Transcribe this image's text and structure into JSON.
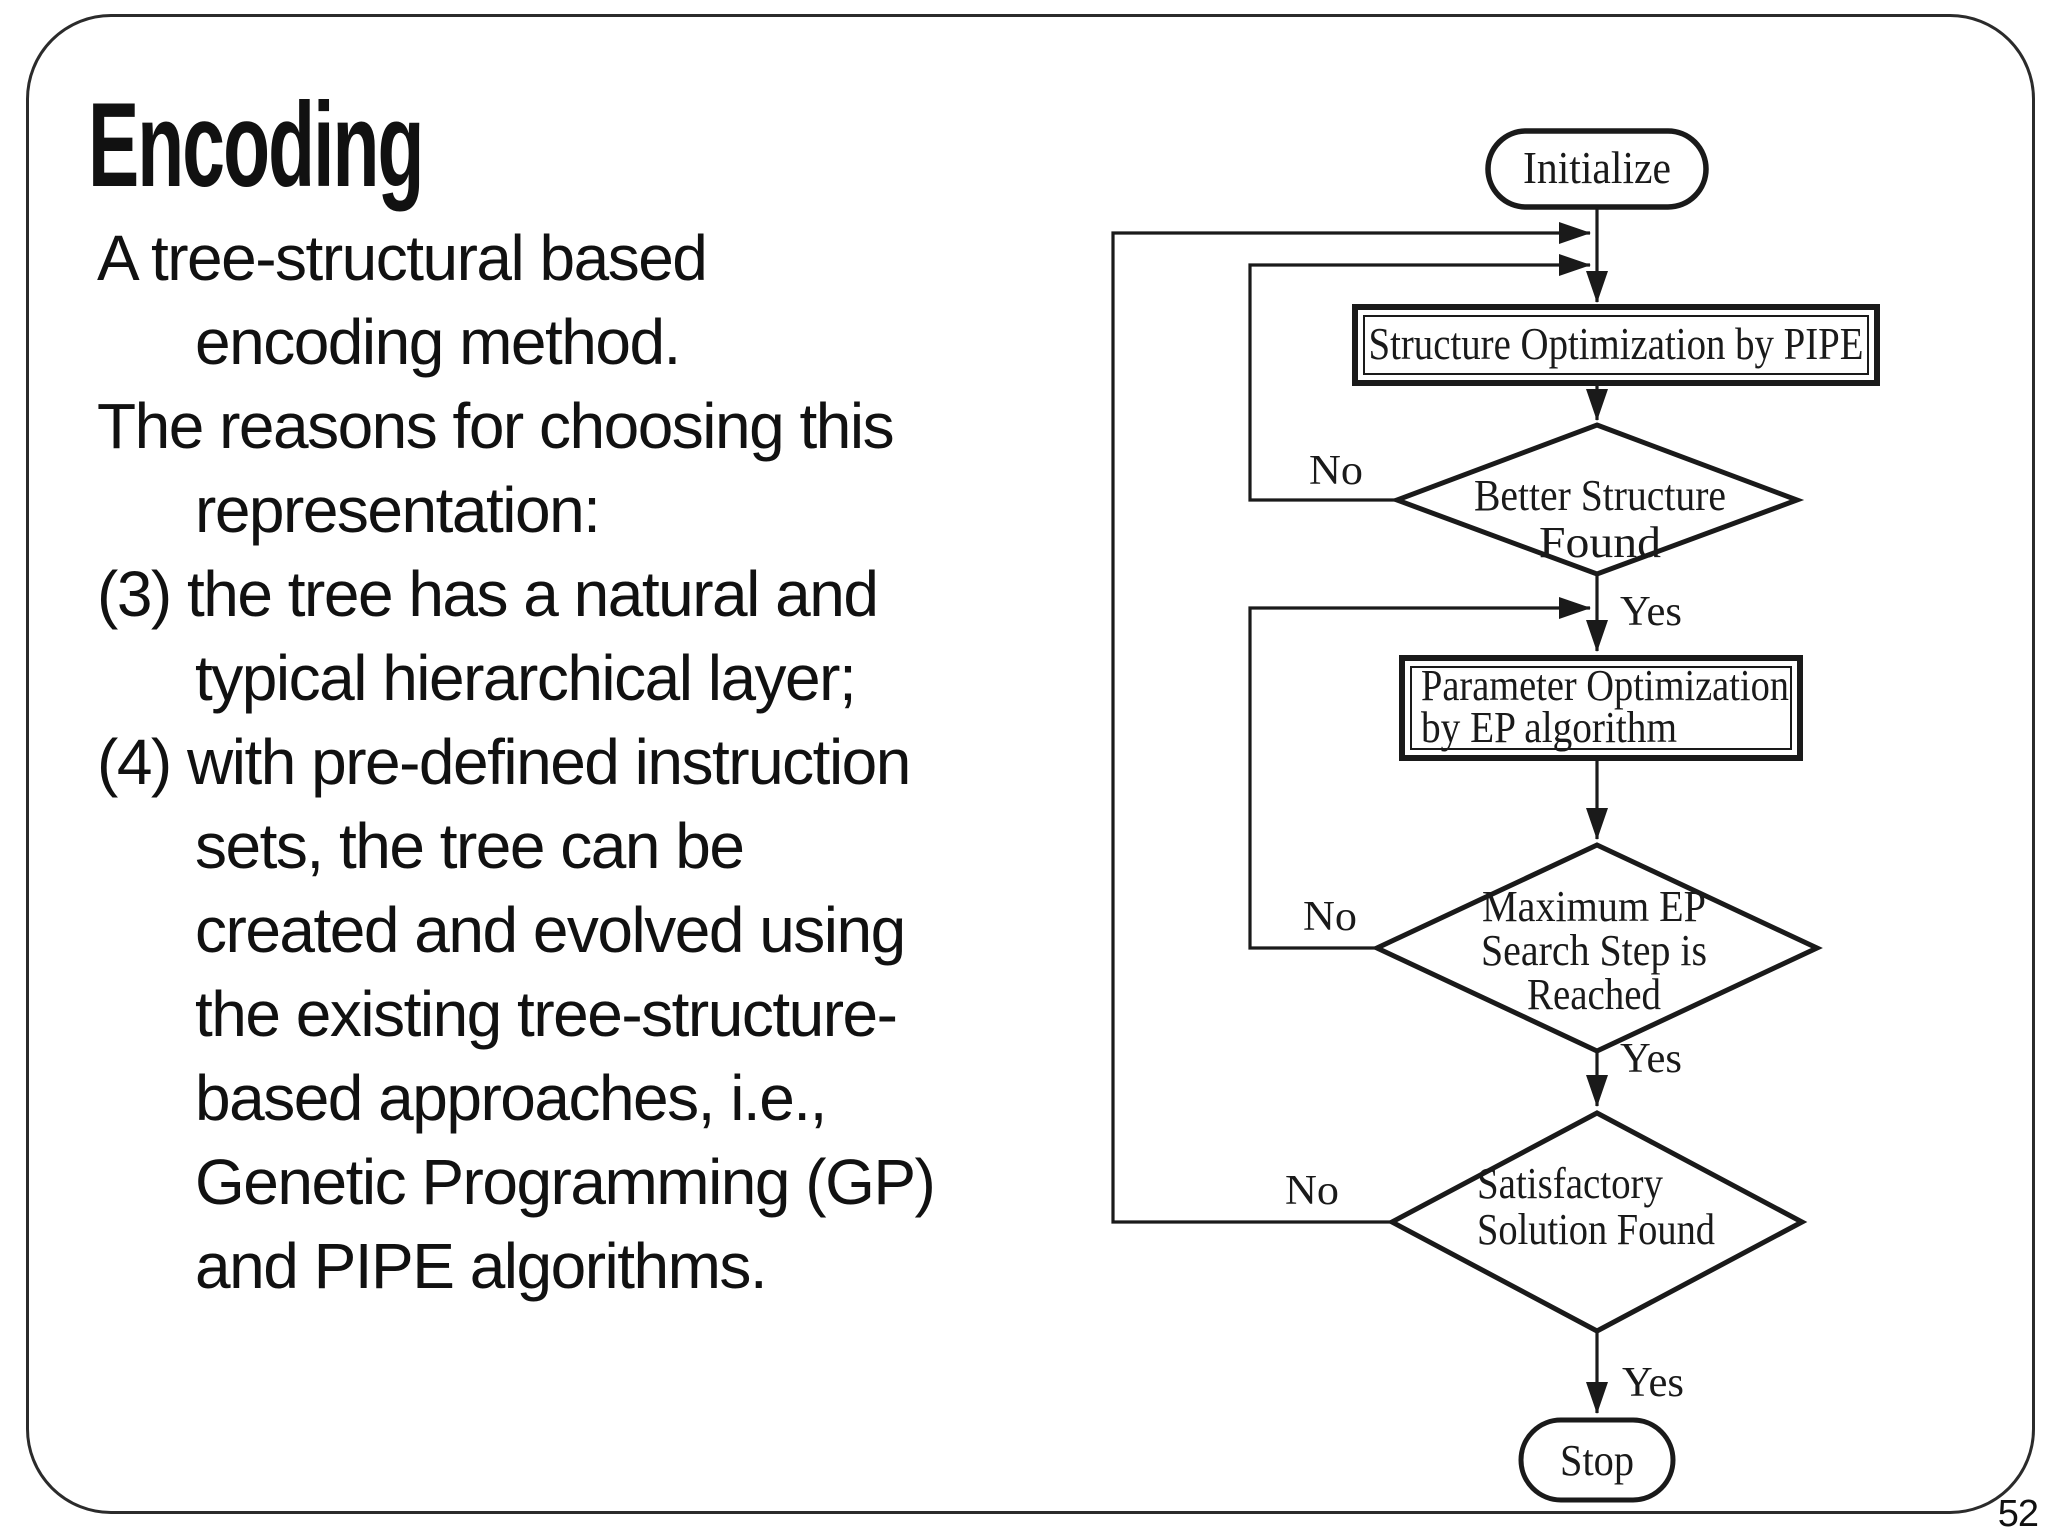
{
  "slide": {
    "title": "Encoding",
    "page_number": "52"
  },
  "body": {
    "lines": [
      {
        "text": "A tree-structural based"
      },
      {
        "text": "encoding method."
      },
      {
        "text": "The reasons for choosing this"
      },
      {
        "text": "representation:"
      },
      {
        "text": "(3) the tree has a natural and"
      },
      {
        "text": "typical hierarchical layer;"
      },
      {
        "text": "(4) with pre-defined instruction"
      },
      {
        "text": "sets, the tree can be"
      },
      {
        "text": "created and evolved using"
      },
      {
        "text": "the existing tree-structure-"
      },
      {
        "text": "based approaches, i.e.,"
      },
      {
        "text": "Genetic Programming (GP)"
      },
      {
        "text": "and PIPE algorithms."
      }
    ]
  },
  "flowchart": {
    "colors": {
      "ink": "#1a1a1a"
    },
    "nodes": {
      "initialize": "Initialize",
      "structure_optimization": "Structure Optimization by PIPE",
      "better_structure_1": "Better Structure",
      "better_structure_2": "Found",
      "parameter_optimization_1": "Parameter Optimization",
      "parameter_optimization_2": "by EP algorithm",
      "max_ep_1": "Maximum EP",
      "max_ep_2": "Search Step is",
      "max_ep_3": "Reached",
      "satisfactory_1": "Satisfactory",
      "satisfactory_2": "Solution Found",
      "stop": "Stop"
    },
    "labels": {
      "yes": "Yes",
      "no": "No"
    }
  }
}
